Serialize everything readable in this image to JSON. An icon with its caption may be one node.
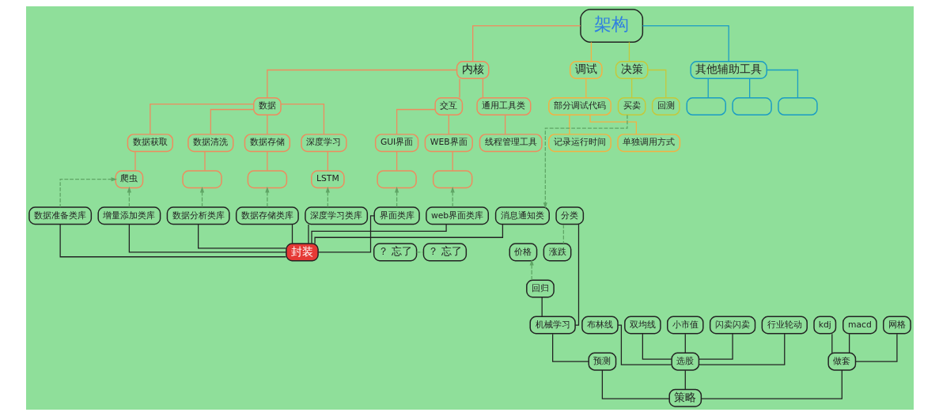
{
  "diagram": {
    "nodes": [
      {
        "text": [
          "架构"
        ]
      },
      {
        "text": [
          "内核"
        ]
      },
      {
        "text": [
          "调试"
        ]
      },
      {
        "text": [
          "决策"
        ]
      },
      {
        "text": [
          "其他辅助工具"
        ]
      },
      {
        "text": [
          "数据"
        ]
      },
      {
        "text": [
          "交互"
        ]
      },
      {
        "text": [
          "通用工具类"
        ]
      },
      {
        "text": [
          "部分调试代码"
        ]
      },
      {
        "text": [
          "买卖"
        ]
      },
      {
        "text": [
          "回测"
        ]
      },
      {
        "text": [],
        "shape": "box"
      },
      {
        "text": [],
        "shape": "box"
      },
      {
        "text": [],
        "shape": "box"
      },
      {
        "text": [
          "数据获取"
        ]
      },
      {
        "text": [
          "数据清洗"
        ]
      },
      {
        "text": [
          "数据存储"
        ]
      },
      {
        "text": [
          "深度学习"
        ]
      },
      {
        "text": [
          "GUI界面"
        ]
      },
      {
        "text": [
          "WEB界面"
        ]
      },
      {
        "text": [
          "线程管理工具"
        ]
      },
      {
        "text": [
          "记录运行时间"
        ]
      },
      {
        "text": [
          "单独调用方式"
        ]
      },
      {
        "text": [
          "爬虫"
        ]
      },
      {
        "text": [],
        "shape": "box"
      },
      {
        "text": [],
        "shape": "box"
      },
      {
        "text": [
          "LSTM"
        ]
      },
      {
        "text": [],
        "shape": "box"
      },
      {
        "text": [],
        "shape": "box"
      },
      {
        "text": [
          "？ 忘了"
        ]
      },
      {
        "text": [
          "？ 忘了"
        ]
      },
      {
        "text": [
          "价格"
        ]
      },
      {
        "text": [
          "涨跌"
        ]
      },
      {
        "text": [
          "回归"
        ]
      },
      {
        "text": [
          "分类"
        ]
      },
      {
        "text": [
          "布林线"
        ]
      },
      {
        "text": [
          "双均线"
        ]
      },
      {
        "text": [
          "小市值"
        ]
      },
      {
        "text": [
          "闪卖闪卖"
        ]
      },
      {
        "text": [
          "行业轮动"
        ]
      },
      {
        "text": [
          "kdj"
        ]
      },
      {
        "text": [
          "macd"
        ]
      },
      {
        "text": [
          "网格"
        ]
      },
      {
        "text": [
          "机械学习"
        ]
      },
      {
        "text": [
          "数据准备类库"
        ]
      },
      {
        "text": [
          "增量添加类库"
        ]
      },
      {
        "text": [
          "数据分析类库"
        ]
      },
      {
        "text": [
          "数据存储类库"
        ]
      },
      {
        "text": [
          "深度学习类库"
        ]
      },
      {
        "text": [
          "界面类库"
        ]
      },
      {
        "text": [
          "web界面类库"
        ]
      },
      {
        "text": [
          "消息通知类"
        ]
      },
      {
        "text": [
          "选股"
        ]
      },
      {
        "text": [
          "做套"
        ]
      },
      {
        "text": [
          "预测"
        ]
      },
      {
        "text": [
          "封装"
        ]
      },
      {
        "text": [
          "策略"
        ]
      }
    ],
    "edges": [
      {
        "from": 0,
        "to": 1,
        "arrow": "none",
        "color": "#f08a5d"
      },
      {
        "from": 0,
        "to": 2,
        "arrow": "none",
        "color": "#f5b041"
      },
      {
        "from": 0,
        "to": 3,
        "arrow": "none",
        "color": "#c5c83a"
      },
      {
        "from": 0,
        "to": 4,
        "arrow": "none",
        "color": "#1a9cc4"
      },
      {
        "from": 1,
        "to": 5,
        "arrow": "none",
        "color": "#f08a5d"
      },
      {
        "from": 1,
        "to": 6,
        "arrow": "none",
        "color": "#f08a5d"
      },
      {
        "from": 1,
        "to": 7,
        "arrow": "none",
        "color": "#f08a5d"
      },
      {
        "from": 2,
        "to": 8,
        "arrow": "none",
        "color": "#f5b041"
      },
      {
        "from": 3,
        "to": 9,
        "arrow": "none",
        "color": "#c5c83a"
      },
      {
        "from": 3,
        "to": 10,
        "arrow": "none",
        "color": "#c5c83a"
      },
      {
        "from": 4,
        "to": 11,
        "arrow": "none",
        "color": "#1a9cc4"
      },
      {
        "from": 4,
        "to": 12,
        "arrow": "none",
        "color": "#1a9cc4"
      },
      {
        "from": 4,
        "to": 13,
        "arrow": "none",
        "color": "#1a9cc4"
      },
      {
        "from": 5,
        "to": 14,
        "arrow": "none",
        "color": "#f08a5d"
      },
      {
        "from": 5,
        "to": 15,
        "arrow": "none",
        "color": "#f08a5d"
      },
      {
        "from": 5,
        "to": 16,
        "arrow": "none",
        "color": "#f08a5d"
      },
      {
        "from": 5,
        "to": 17,
        "arrow": "none",
        "color": "#f08a5d"
      },
      {
        "from": 6,
        "to": 18,
        "arrow": "none",
        "color": "#f08a5d"
      },
      {
        "from": 6,
        "to": 19,
        "arrow": "none",
        "color": "#f08a5d"
      },
      {
        "from": 7,
        "to": 20,
        "arrow": "none",
        "color": "#f08a5d"
      },
      {
        "from": 8,
        "to": 21,
        "arrow": "none",
        "color": "#f5b041"
      },
      {
        "from": 8,
        "to": 22,
        "arrow": "none",
        "color": "#f5b041"
      },
      {
        "from": 14,
        "to": 23,
        "arrow": "none",
        "color": "#f08a5d"
      },
      {
        "from": 15,
        "to": 24,
        "arrow": "none",
        "color": "#f08a5d"
      },
      {
        "from": 16,
        "to": 25,
        "arrow": "none",
        "color": "#f08a5d"
      },
      {
        "from": 17,
        "to": 26,
        "arrow": "none",
        "color": "#f08a5d"
      },
      {
        "from": 18,
        "to": 27,
        "arrow": "none",
        "color": "#f08a5d"
      },
      {
        "from": 19,
        "to": 28,
        "arrow": "none",
        "color": "#f08a5d"
      },
      {
        "from": 44,
        "to": 23,
        "arrow": "to",
        "style": "dashed",
        "color": "#5fa565"
      },
      {
        "from": 45,
        "to": 23,
        "arrow": "to",
        "style": "dashed",
        "color": "#5fa565"
      },
      {
        "from": 46,
        "to": 24,
        "arrow": "to",
        "style": "dashed",
        "color": "#5fa565"
      },
      {
        "from": 47,
        "to": 25,
        "arrow": "to",
        "style": "dashed",
        "color": "#5fa565"
      },
      {
        "from": 48,
        "to": 26,
        "arrow": "to",
        "style": "dashed",
        "color": "#5fa565"
      },
      {
        "from": 49,
        "to": 27,
        "arrow": "to",
        "style": "dashed",
        "color": "#5fa565"
      },
      {
        "from": 50,
        "to": 28,
        "arrow": "to",
        "style": "dashed",
        "color": "#5fa565"
      },
      {
        "from": 9,
        "to": 51,
        "arrow": "to",
        "style": "dashed",
        "color": "#5fa565"
      },
      {
        "from": 29,
        "to": 30,
        "arrow": "none",
        "style": "dashed",
        "color": "#5fa565"
      },
      {
        "from": 33,
        "to": 31,
        "arrow": "to",
        "style": "dashed",
        "color": "#5fa565"
      },
      {
        "from": 34,
        "to": 32,
        "arrow": "none",
        "style": "dashed",
        "color": "#5fa565"
      },
      {
        "from": 44,
        "to": 55,
        "arrow": "none"
      },
      {
        "from": 45,
        "to": 55,
        "arrow": "none"
      },
      {
        "from": 46,
        "to": 55,
        "arrow": "none"
      },
      {
        "from": 47,
        "to": 55,
        "arrow": "none"
      },
      {
        "from": 48,
        "to": 55,
        "arrow": "none"
      },
      {
        "from": 49,
        "to": 55,
        "arrow": "none"
      },
      {
        "from": 50,
        "to": 55,
        "arrow": "none"
      },
      {
        "from": 51,
        "to": 55,
        "arrow": "none"
      },
      {
        "from": 35,
        "to": 52,
        "arrow": "none"
      },
      {
        "from": 36,
        "to": 52,
        "arrow": "none"
      },
      {
        "from": 37,
        "to": 52,
        "arrow": "none"
      },
      {
        "from": 38,
        "to": 52,
        "arrow": "none"
      },
      {
        "from": 39,
        "to": 52,
        "arrow": "none"
      },
      {
        "from": 40,
        "to": 53,
        "arrow": "none"
      },
      {
        "from": 41,
        "to": 53,
        "arrow": "none"
      },
      {
        "from": 42,
        "to": 53,
        "arrow": "none"
      },
      {
        "from": 33,
        "to": 43,
        "arrow": "none"
      },
      {
        "from": 34,
        "to": 43,
        "arrow": "none"
      },
      {
        "from": 43,
        "to": 54,
        "arrow": "none"
      },
      {
        "from": 52,
        "to": 56,
        "arrow": "none"
      },
      {
        "from": 53,
        "to": 56,
        "arrow": "none"
      },
      {
        "from": 54,
        "to": 56,
        "arrow": "none"
      }
    ]
  }
}
